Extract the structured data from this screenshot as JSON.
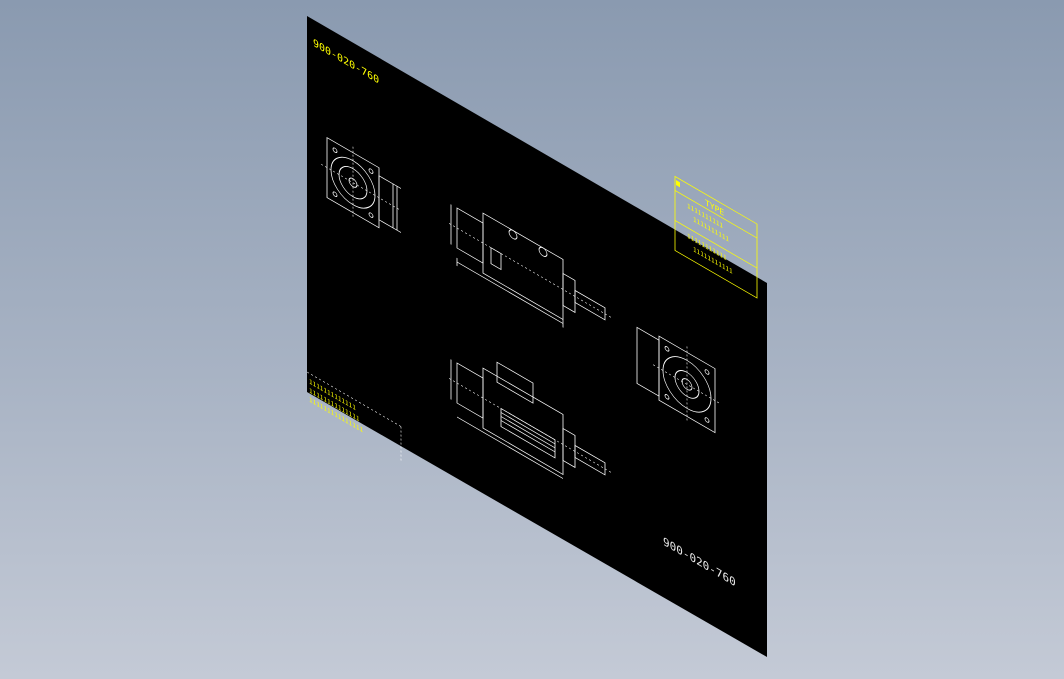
{
  "drawing": {
    "sheet_label_top": "900-020-760",
    "sheet_label_bottom": "900-020-760",
    "table_title": "TYPE",
    "table_rows": [
      "1111111111",
      "1111111111",
      "11111111111",
      "11111111111"
    ],
    "notes": [
      "1111111111111",
      "11111111111111",
      "111111111111111"
    ]
  },
  "colors": {
    "background_top": "#8a9ab0",
    "background_bottom": "#c4cad6",
    "sheet": "#000000",
    "annotation": "#ffff00",
    "linework": "#ffffff"
  }
}
